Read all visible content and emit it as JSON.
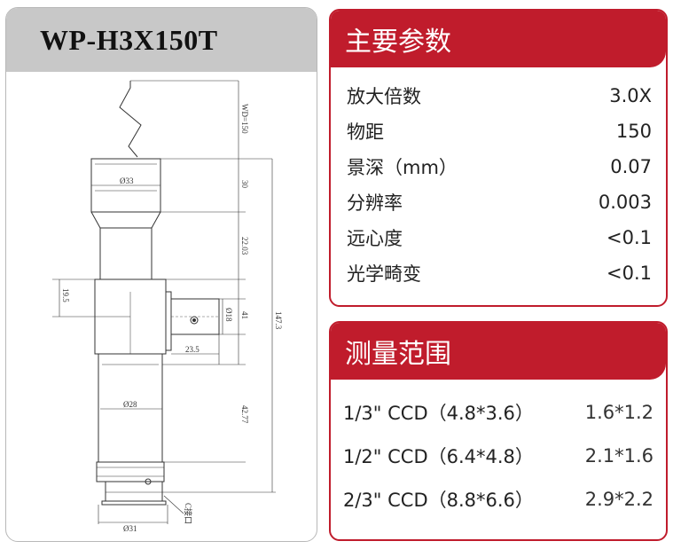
{
  "drawing": {
    "model": "WP-H3X150T",
    "dimensions": {
      "wd": "WD=150",
      "d33": "Ø33",
      "l30": "30",
      "l22": "22.03",
      "l195": "19.5",
      "l41": "41",
      "d18": "Ø18",
      "l235": "23.5",
      "l1473": "147.3",
      "d28": "Ø28",
      "l4277": "42.77",
      "cmount": "C接口",
      "d31": "Ø31"
    }
  },
  "params": {
    "title": "主要参数",
    "rows": [
      {
        "label": "放大倍数",
        "value": "3.0X"
      },
      {
        "label": "物距",
        "value": "150"
      },
      {
        "label": "景深（mm）",
        "value": "0.07"
      },
      {
        "label": "分辨率",
        "value": "0.003"
      },
      {
        "label": "远心度",
        "value": "<0.1"
      },
      {
        "label": "光学畸变",
        "value": "<0.1"
      }
    ]
  },
  "range": {
    "title": "测量范围",
    "rows": [
      {
        "label": "1/3\" CCD（4.8*3.6）",
        "value": "1.6*1.2"
      },
      {
        "label": "1/2\" CCD（6.4*4.8）",
        "value": "2.1*1.6"
      },
      {
        "label": "2/3\" CCD（8.8*6.6）",
        "value": "2.9*2.2"
      }
    ]
  },
  "colors": {
    "accent": "#c01c2c",
    "header_gray": "#c8c8c8"
  }
}
